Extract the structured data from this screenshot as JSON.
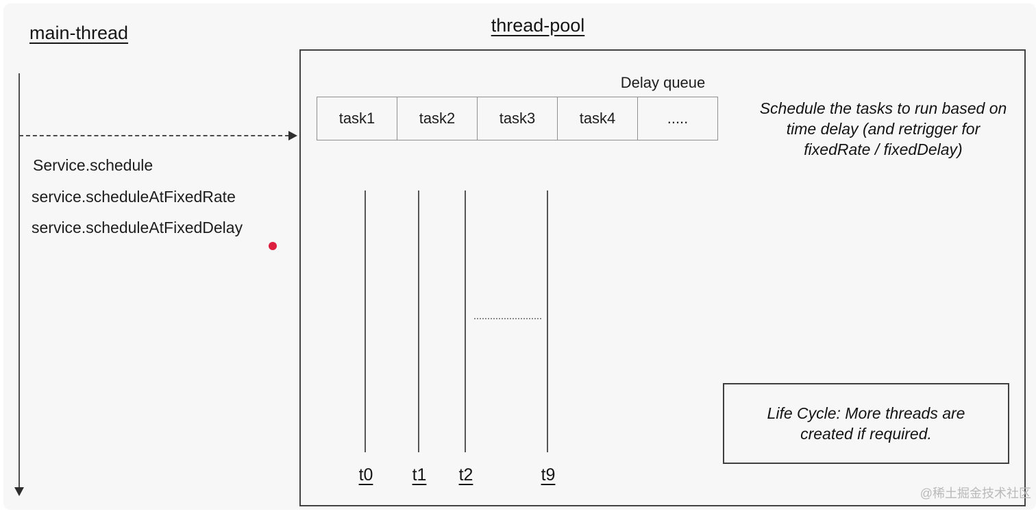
{
  "colors": {
    "background": "#f7f7f7",
    "line": "#4f4f4f",
    "box_border": "#424242",
    "table_border": "#8f8f8f",
    "accent_dot": "#dc1f3e",
    "watermark": "#b9b9b9"
  },
  "main_thread": {
    "title": "main-thread",
    "calls": [
      "Service.schedule",
      "service.scheduleAtFixedRate",
      "service.scheduleAtFixedDelay"
    ]
  },
  "thread_pool": {
    "title": "thread-pool",
    "delay_queue": {
      "label": "Delay queue",
      "tasks": [
        "task1",
        "task2",
        "task3",
        "task4",
        "....."
      ]
    },
    "schedule_note": "Schedule the tasks to run based on time delay (and retrigger for fixedRate / fixedDelay)",
    "threads": [
      "t0",
      "t1",
      "t2",
      "t9"
    ],
    "life_cycle_note": "Life Cycle: More threads are created if required."
  },
  "watermark": "@稀土掘金技术社区"
}
